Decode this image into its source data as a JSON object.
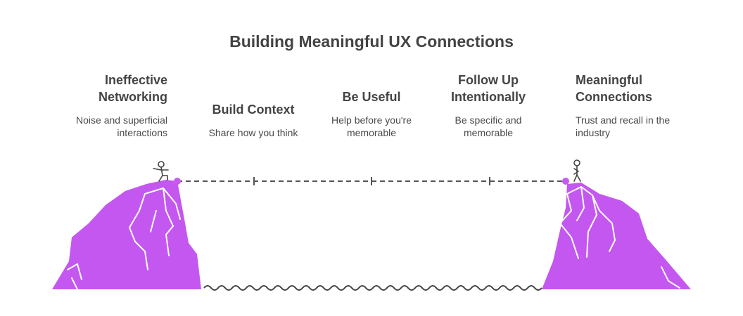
{
  "title": "Building Meaningful UX Connections",
  "stages": [
    {
      "label": "Ineffective Networking",
      "description": "Noise and superficial interactions"
    },
    {
      "label": "Build Context",
      "description": "Share how you think"
    },
    {
      "label": "Be Useful",
      "description": "Help before you're memorable"
    },
    {
      "label": "Follow Up Intentionally",
      "description": "Be specific and memorable"
    },
    {
      "label": "Meaningful Connections",
      "description": "Trust and recall in the industry"
    }
  ],
  "colors": {
    "cliff": "#c457f0",
    "cliff_line": "#ffffff",
    "endpoint": "#c85af0",
    "rope": "#555555",
    "water": "#444444",
    "text": "#444444"
  },
  "icons": [
    "stick-figure-stepping-icon",
    "stick-figure-standing-icon"
  ]
}
